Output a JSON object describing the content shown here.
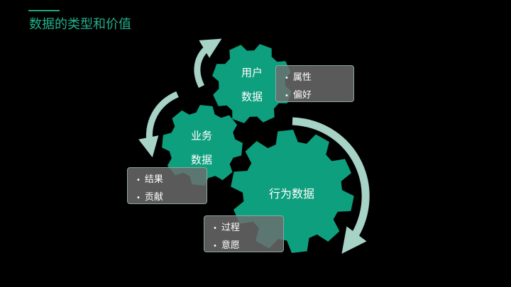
{
  "header": {
    "title": "数据的类型和价值"
  },
  "gears": {
    "user": {
      "line1": "用户",
      "line2": "数据"
    },
    "business": {
      "line1": "业务",
      "line2": "数据"
    },
    "behavior": {
      "line1": "行为数据"
    }
  },
  "cards": {
    "user": [
      "属性",
      "偏好"
    ],
    "business": [
      "结果",
      "贡献"
    ],
    "behavior": [
      "过程",
      "意愿"
    ]
  },
  "colors": {
    "gear": "#0e9f7e",
    "arrow": "#a7d2c6",
    "card_bg": "#6e6e6e",
    "title": "#1fb08a"
  }
}
